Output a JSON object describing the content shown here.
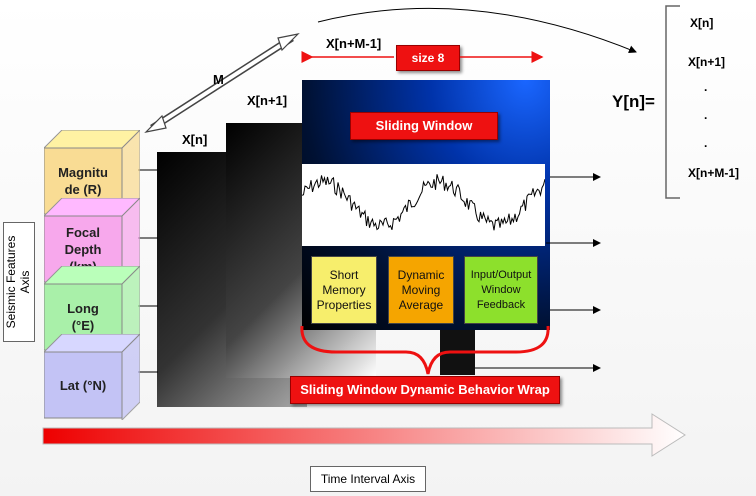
{
  "vertical_axis_label": "Seismic Features Axis",
  "horizontal_axis_label": "Time Interval Axis",
  "frames": {
    "x_n": "X[n]",
    "x_n1": "X[n+1]",
    "x_nm1": "X[n+M-1]",
    "span": "M"
  },
  "size_label": "size 8",
  "sliding_window_title": "Sliding Window",
  "properties": [
    {
      "text": "Short\nMemory\nProperties",
      "color": "#f7ee6c"
    },
    {
      "text": "Dynamic\nMoving\nAverage",
      "color": "#f5a500"
    },
    {
      "text": "Input/Output\nWindow\nFeedback",
      "color": "#8de02c"
    }
  ],
  "wrap_label": "Sliding Window Dynamic Behavior Wrap",
  "features": [
    {
      "text": "Magnitu\nde (R)",
      "color": "#f9dc94"
    },
    {
      "text": "Focal\nDepth\n(km)",
      "color": "#f7a8ec"
    },
    {
      "text": "Long\n(°E)",
      "color": "#a9f0a9"
    },
    {
      "text": "Lat (°N)",
      "color": "#c3c3f5"
    }
  ],
  "output": {
    "label": "Y[n]=",
    "entries": [
      "X[n]",
      "X[n+1]",
      ".",
      ".",
      ".",
      "X[n+M-1]"
    ]
  }
}
